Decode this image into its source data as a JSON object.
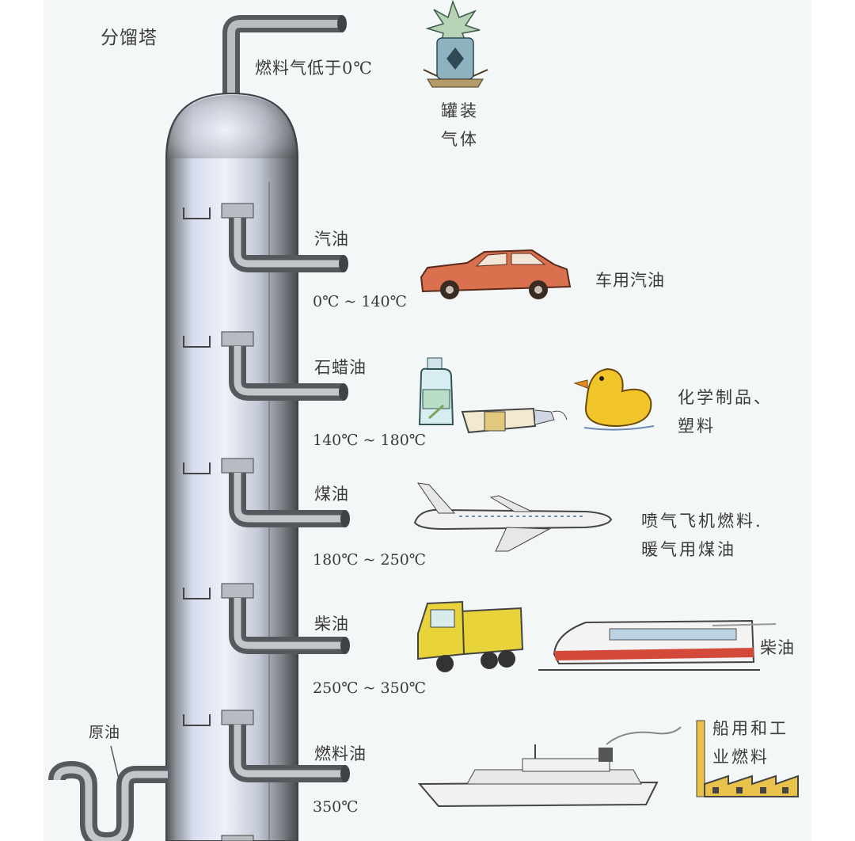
{
  "title": "分馏塔",
  "top_gas": {
    "label": "燃料气低于0℃"
  },
  "top_use": {
    "line1": "罐装",
    "line2": "气体"
  },
  "crude_input": {
    "label": "原油"
  },
  "fractions": [
    {
      "name": "汽油",
      "temp": "0℃ ~ 140℃",
      "use_lines": [
        "车用汽油"
      ],
      "icons": [
        "car-icon"
      ]
    },
    {
      "name": "石蜡油",
      "temp": "140℃ ~ 180℃",
      "use_lines": [
        "化学制品、",
        "塑料"
      ],
      "icons": [
        "bottle-icon",
        "tube-icon",
        "rubber-duck-icon"
      ]
    },
    {
      "name": "煤油",
      "temp": "180℃ ~ 250℃",
      "use_lines": [
        "喷气飞机燃料.",
        "暖气用煤油"
      ],
      "icons": [
        "airplane-icon"
      ]
    },
    {
      "name": "柴油",
      "temp": "250℃ ~ 350℃",
      "use_lines": [
        "柴油"
      ],
      "icons": [
        "dump-truck-icon",
        "train-icon"
      ]
    },
    {
      "name": "燃料油",
      "temp": "350℃",
      "use_lines": [
        "船用和工",
        "业燃料"
      ],
      "icons": [
        "ship-icon",
        "factory-icon"
      ]
    }
  ],
  "colors": {
    "tower_dark": "#6b6f73",
    "tower_light": "#e4e9f5",
    "pipe": "#8a8e92",
    "car": "#d9714f",
    "duck": "#f2c52a",
    "truck": "#e8d33a"
  }
}
